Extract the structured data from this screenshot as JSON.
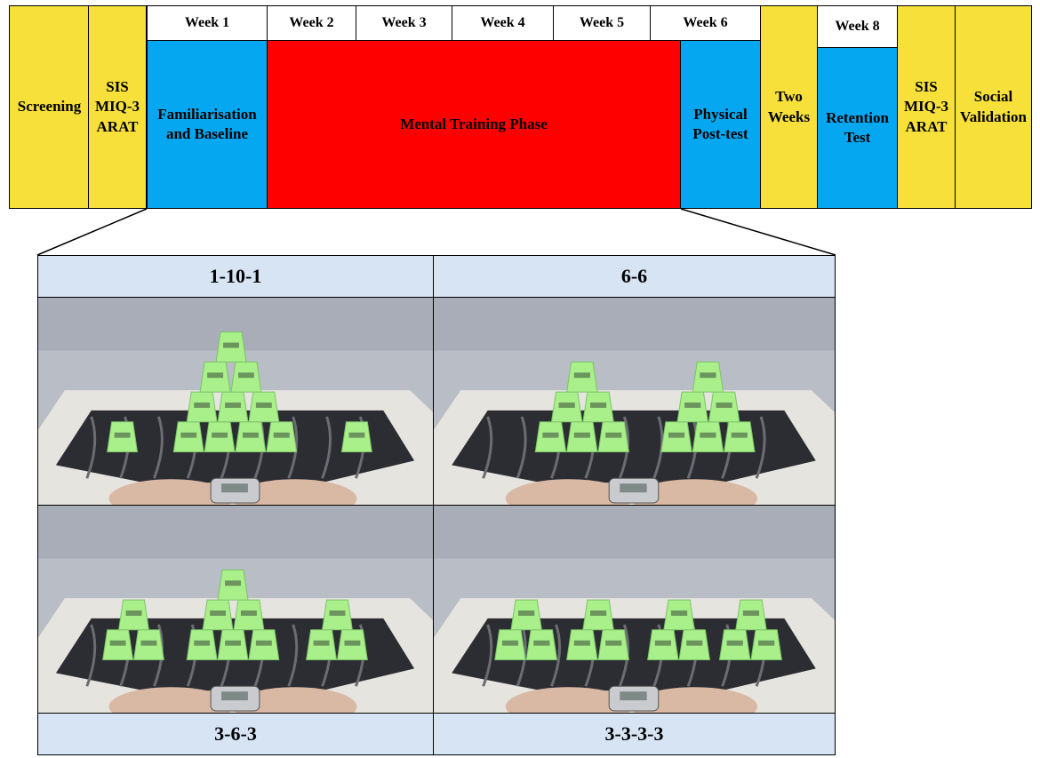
{
  "timeline": {
    "screening": "Screening",
    "pre_assessment": [
      "SIS",
      "MIQ-3",
      "ARAT"
    ],
    "familiarisation": "Familiarisation and Baseline",
    "mental_training": "Mental Training Phase",
    "physical_posttest": "Physical Post-test",
    "two_weeks": "Two Weeks",
    "retention_test": "Retention Test",
    "post_assessment": [
      "SIS",
      "MIQ-3",
      "ARAT"
    ],
    "social_validation": "Social Validation",
    "weeks": [
      "Week 1",
      "Week 2",
      "Week 3",
      "Week 4",
      "Week 5",
      "Week 6",
      "Week 8"
    ]
  },
  "panels": {
    "top_left": "1-10-1",
    "top_right": "6-6",
    "bottom_left": "3-6-3",
    "bottom_right": "3-3-3-3"
  },
  "colors": {
    "assessment": "#f7e03a",
    "physical_phase": "#05a7f0",
    "mental_phase": "#ff0000",
    "panel_label": "#d6e4f4",
    "cup": "#a9f08a"
  },
  "photo_contents": {
    "top_left": "Cups stacked in a 1-10-1 pyramid on a zebra-pattern mat with timer",
    "top_right": "Cups stacked in two 6-cup pyramids",
    "bottom_left": "Cups stacked in 3-6-3 formation",
    "bottom_right": "Cups stacked in four 3-cup pyramids"
  }
}
